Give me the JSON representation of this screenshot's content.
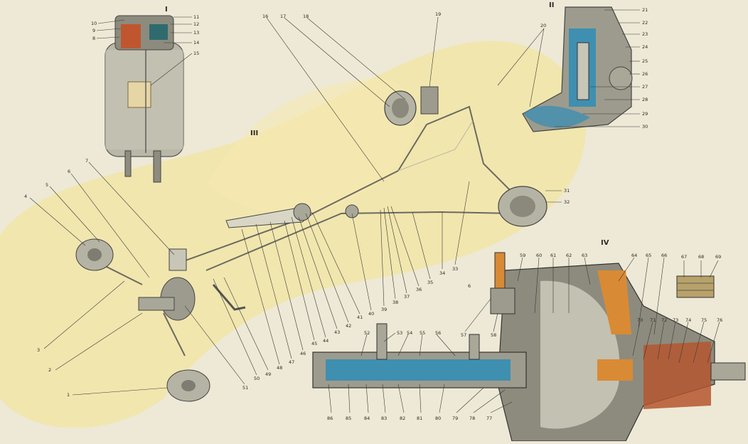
{
  "sections": {
    "s1": "I",
    "s2": "II",
    "s3": "III",
    "s4": "IV"
  },
  "labels": {
    "l1": "1",
    "l2": "2",
    "l3": "3",
    "l4": "4",
    "l5": "5",
    "l6": "6",
    "l7": "7",
    "l8": "8",
    "l9": "9",
    "l10": "10",
    "l11": "11",
    "l12": "12",
    "l13": "13",
    "l14": "14",
    "l15": "15",
    "l16": "16",
    "l17": "17",
    "l18": "18",
    "l19": "19",
    "l20": "20",
    "l21": "21",
    "l22": "22",
    "l23": "23",
    "l24": "24",
    "l25": "25",
    "l26": "26",
    "l27": "27",
    "l28": "28",
    "l29": "29",
    "l30": "30",
    "l31": "31",
    "l32": "32",
    "l33": "33",
    "l34": "34",
    "l35": "35",
    "l36": "36",
    "l37": "37",
    "l38": "38",
    "l39": "39",
    "l40": "40",
    "l41": "41",
    "l42": "42",
    "l43": "43",
    "l44": "44",
    "l45": "45",
    "l46": "46",
    "l47": "47",
    "l48": "48",
    "l49": "49",
    "l50": "50",
    "l51": "51",
    "l52": "52",
    "l53": "53",
    "l54": "54",
    "l55": "55",
    "l56": "56",
    "l57": "57",
    "l58": "58",
    "l59": "59",
    "l60": "60",
    "l61": "61",
    "l62": "62",
    "l63": "63",
    "l64": "64",
    "l65": "65",
    "l66": "66",
    "l67": "67",
    "l68": "68",
    "l69": "69",
    "l70": "70",
    "l71": "71",
    "l72": "72",
    "l73": "73",
    "l74": "74",
    "l75": "75",
    "l76": "76",
    "l77": "77",
    "l78": "78",
    "l79": "79",
    "l80": "80",
    "l81": "81",
    "l82": "82",
    "l83": "83",
    "l84": "84",
    "l85": "85",
    "l86": "86"
  },
  "colors": {
    "background": "#ede9d6",
    "highlight": "#f3e39a",
    "metal": "#a9a798",
    "metal_dark": "#5d5c53",
    "fluid_blue": "#3f8fb0",
    "copper": "#b5562f",
    "seal_orange": "#d98a34"
  }
}
